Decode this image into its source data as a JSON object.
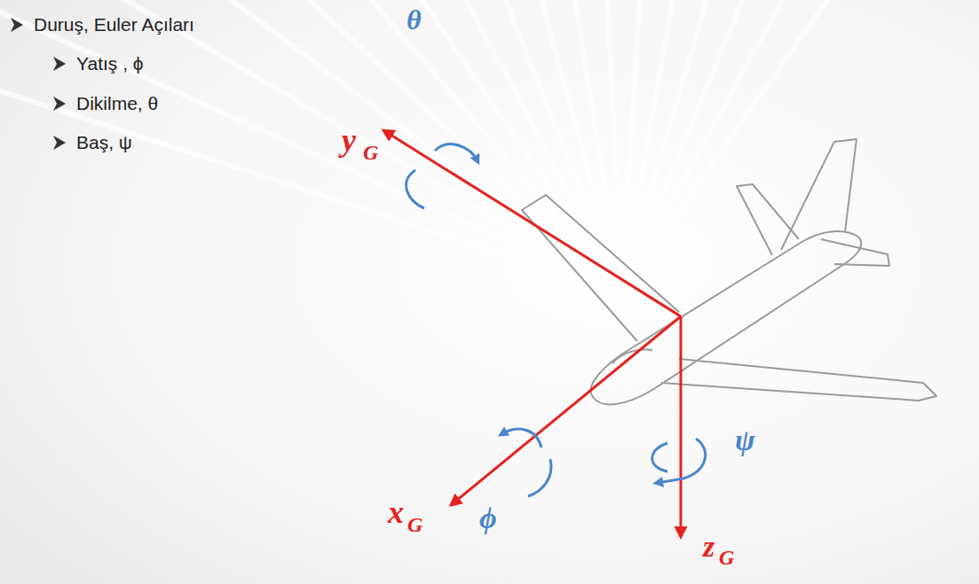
{
  "diagram": {
    "labels": [
      "Duruş, Euler Açıları",
      "Yatış , ϕ",
      "Dikilme, θ",
      "Baş, ψ",
      "θ",
      "y",
      "G",
      "x",
      "G",
      "ϕ",
      "ψ",
      "z",
      "G"
    ]
  }
}
